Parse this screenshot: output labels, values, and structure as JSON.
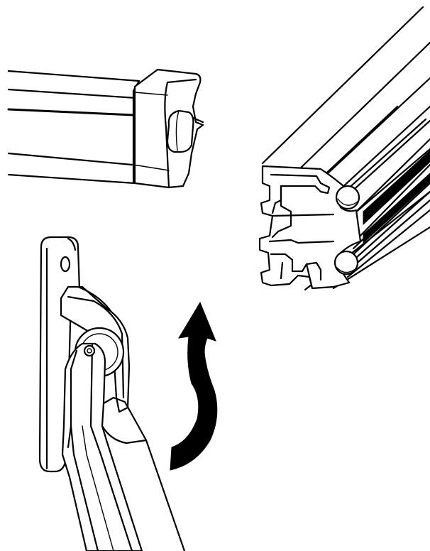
{
  "figure": {
    "parts": [
      {
        "id": "tube-with-end-cap",
        "icon": "tube-end-cap-icon"
      },
      {
        "id": "aluminium-profile",
        "icon": "t-slot-profile-icon"
      },
      {
        "id": "bracket-with-arm",
        "icon": "pivot-bracket-icon"
      },
      {
        "id": "rotation-arrow",
        "icon": "curved-arrow-icon"
      }
    ],
    "colors": {
      "line": "#000000",
      "background": "#ffffff"
    }
  }
}
